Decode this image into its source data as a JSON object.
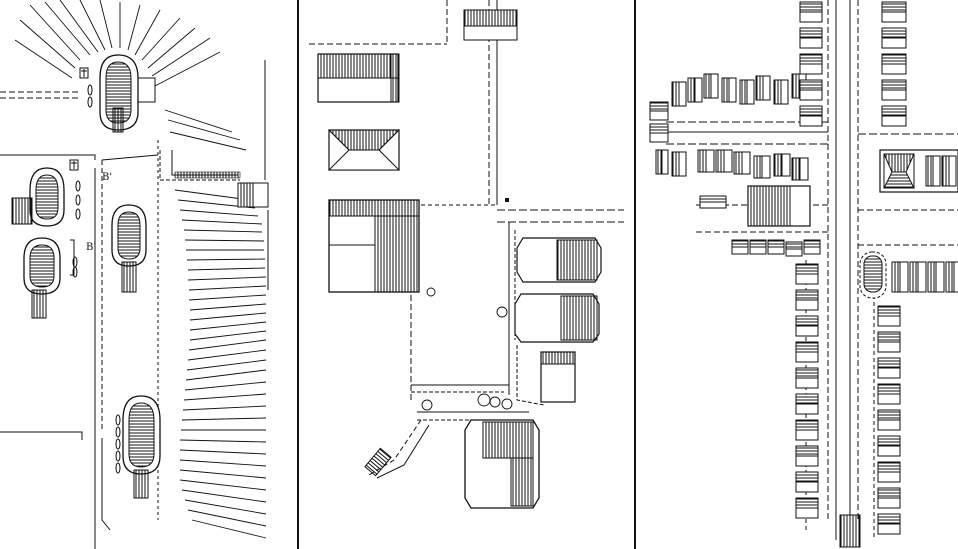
{
  "figure": {
    "panels": [
      {
        "id": "left",
        "labels": [
          "B'",
          "B'"
        ]
      },
      {
        "id": "middle",
        "labels": []
      },
      {
        "id": "right",
        "labels": []
      }
    ]
  },
  "colors": {
    "ink": "#111111",
    "paper": "#ffffff",
    "divider": "#111111"
  },
  "icons": [
    "cross-marker-icon",
    "cross-marker-icon"
  ]
}
